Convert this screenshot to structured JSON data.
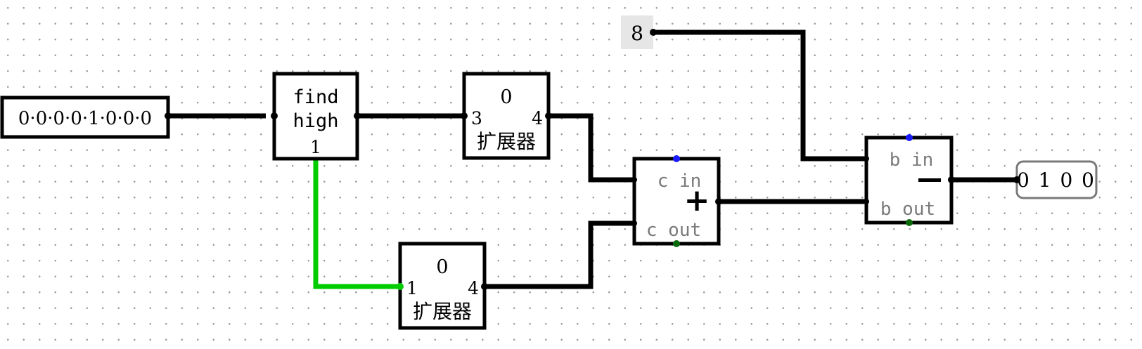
{
  "colors": {
    "wire": "#000000",
    "active_wire": "#00cc00",
    "component_border": "#000000",
    "pin_label": "#7a7a7a",
    "carry_in_dot": "#1a1aff",
    "carry_out_dot": "#0a6a0a",
    "constant_bg": "#e6e6e6",
    "output_border": "#7a7a7a"
  },
  "input_pin": {
    "value": "0·0·0·0·1·0·0·0"
  },
  "find_high": {
    "line1": "find",
    "line2": "high",
    "output_width": "1"
  },
  "extender_top": {
    "top_value": "0",
    "in_width": "3",
    "out_width": "4",
    "label": "扩展器"
  },
  "extender_bottom": {
    "top_value": "0",
    "in_width": "1",
    "out_width": "4",
    "label": "扩展器"
  },
  "adder": {
    "carry_in_label": "c in",
    "carry_out_label": "c out",
    "symbol": "+"
  },
  "constant": {
    "value": "8"
  },
  "subtractor": {
    "borrow_in_label": "b in",
    "borrow_out_label": "b out",
    "symbol": "−"
  },
  "output_pin": {
    "value": "0 1 0 0"
  }
}
